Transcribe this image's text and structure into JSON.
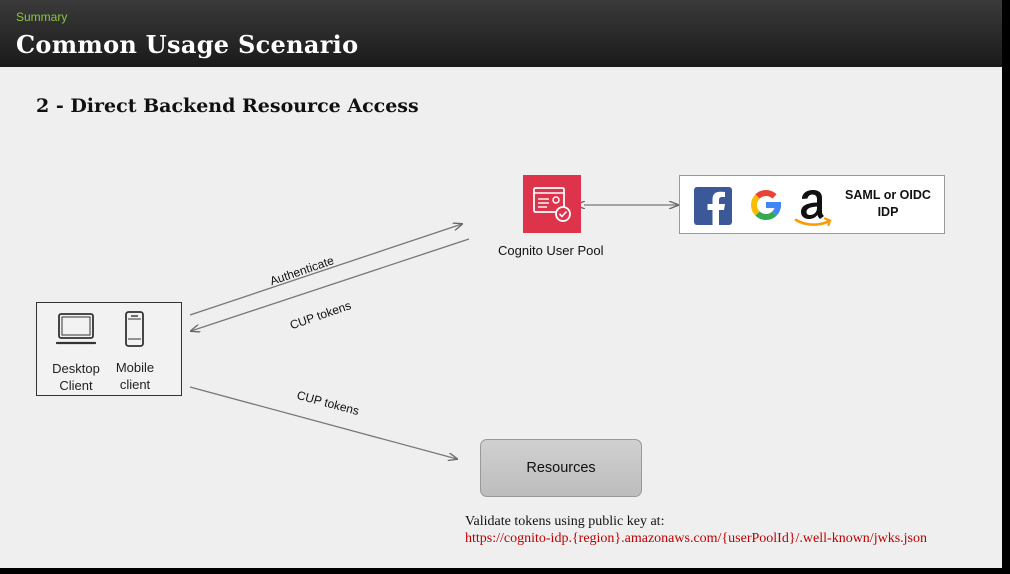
{
  "header": {
    "kicker": "Summary",
    "title": "Common Usage Scenario"
  },
  "slide": {
    "subtitle": "2 - Direct Backend Resource Access",
    "clients": {
      "desktop_label_1": "Desktop",
      "desktop_label_2": "Client",
      "mobile_label_1": "Mobile",
      "mobile_label_2": "client"
    },
    "cognito": {
      "label": "Cognito User Pool",
      "icon": "cognito-user-pool-icon"
    },
    "idp": {
      "providers": [
        "facebook-icon",
        "google-icon",
        "amazon-icon"
      ],
      "text_line1": "SAML or OIDC",
      "text_line2": "IDP"
    },
    "arrows": {
      "authenticate": "Authenticate",
      "cup_tokens_return": "CUP tokens",
      "cup_tokens_resources": "CUP tokens"
    },
    "resources": {
      "label": "Resources"
    },
    "note": {
      "line1": "Validate tokens using public key at:",
      "url": "https://cognito-idp.{region}.amazonaws.com/{userPoolId}/.well-known/jwks.json"
    },
    "colors": {
      "cognito_red": "#dd344c",
      "facebook_blue": "#3b5998",
      "url_red": "#c00000",
      "kicker_green": "#8cc63f"
    }
  }
}
